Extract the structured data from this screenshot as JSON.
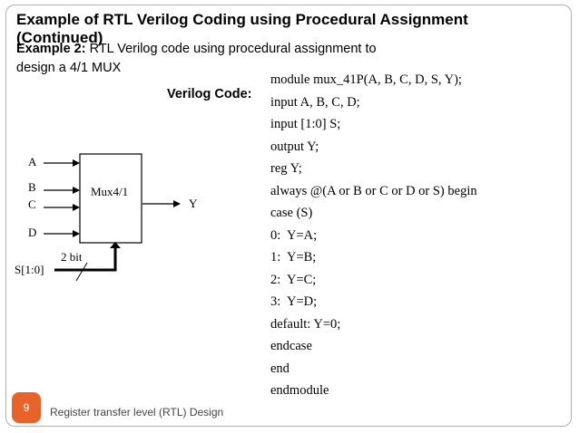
{
  "slide": {
    "title_line1": "Example of RTL Verilog Coding using Procedural Assignment",
    "title_line2": "(Continued)",
    "intro_bold": "Example 2:",
    "intro_rest": " RTL Verilog code using procedural assignment to",
    "intro_line2": "design a 4/1 MUX",
    "code_label": "Verilog Code:",
    "code_lines": [
      "module mux_41P(A, B, C, D, S, Y);",
      "input A, B, C, D;",
      "input [1:0] S;",
      "output Y;",
      "reg Y;",
      "always @(A or B or C or D or S) begin",
      "case (S)",
      "0:  Y=A;",
      "1:  Y=B;",
      "2:  Y=C;",
      "3:  Y=D;",
      "default: Y=0;",
      "endcase",
      "end",
      "endmodule"
    ]
  },
  "diagram": {
    "block_label": "Mux4/1",
    "input_a": "A",
    "input_b": "B",
    "input_c": "C",
    "input_d": "D",
    "output_y": "Y",
    "select_label": "S[1:0]",
    "bus_width": "2 bit"
  },
  "footer": {
    "page_number": "9",
    "text": "Register transfer level (RTL) Design"
  },
  "colors": {
    "badge": "#e8632a"
  }
}
